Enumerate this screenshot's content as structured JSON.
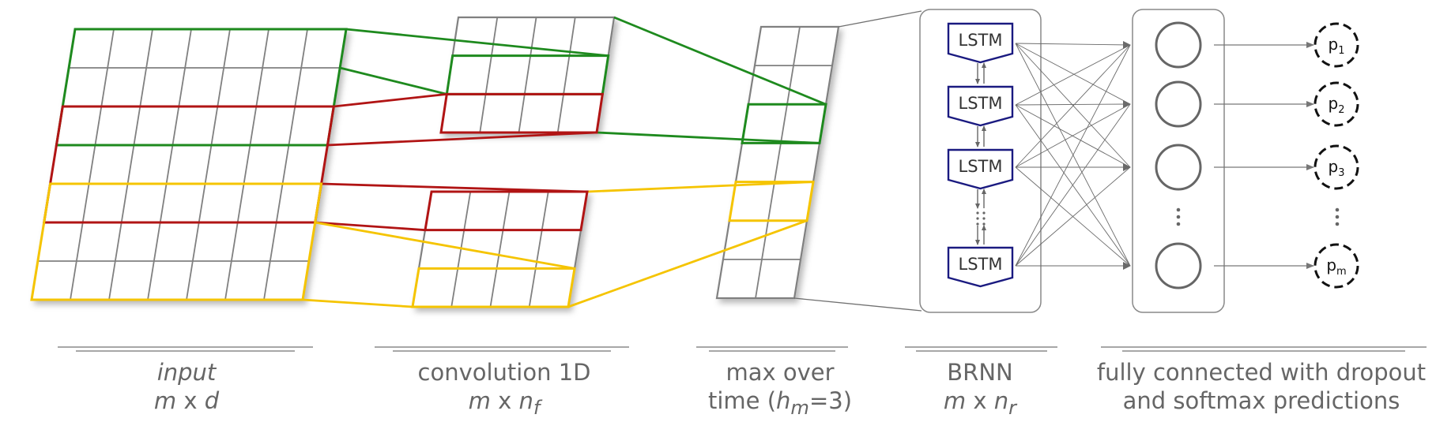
{
  "diagram": {
    "colors": {
      "green": "#1e8a1e",
      "red": "#b11414",
      "yellow": "#f5c400",
      "grid": "#808080",
      "navy": "#1a1a80",
      "muted": "#666666"
    },
    "lstm_cells": [
      {
        "label": "LSTM"
      },
      {
        "label": "LSTM"
      },
      {
        "label": "LSTM"
      },
      {
        "label": "LSTM"
      }
    ],
    "outputs": [
      {
        "base": "p",
        "sub": "1"
      },
      {
        "base": "p",
        "sub": "2"
      },
      {
        "base": "p",
        "sub": "3"
      },
      {
        "base": "p",
        "sub": "m"
      }
    ],
    "stages": [
      {
        "line1": "input",
        "line2_a": "m",
        "line2_b": " x ",
        "line2_c": "d",
        "line2_d": ""
      },
      {
        "line1": "convolution 1D",
        "line2_a": "m",
        "line2_b": " x ",
        "line2_c": "n",
        "line2_d": "f"
      },
      {
        "line1": "max over",
        "line2_a": "time (",
        "line2_b": "h",
        "line2_c": "m",
        "line2_d": "=3)"
      },
      {
        "line1": "BRNN",
        "line2_a": "m",
        "line2_b": " x ",
        "line2_c": "n",
        "line2_d": "r"
      },
      {
        "line1": "fully connected with dropout",
        "line2_a": "and softmax predictions",
        "line2_b": "",
        "line2_c": "",
        "line2_d": ""
      }
    ]
  }
}
